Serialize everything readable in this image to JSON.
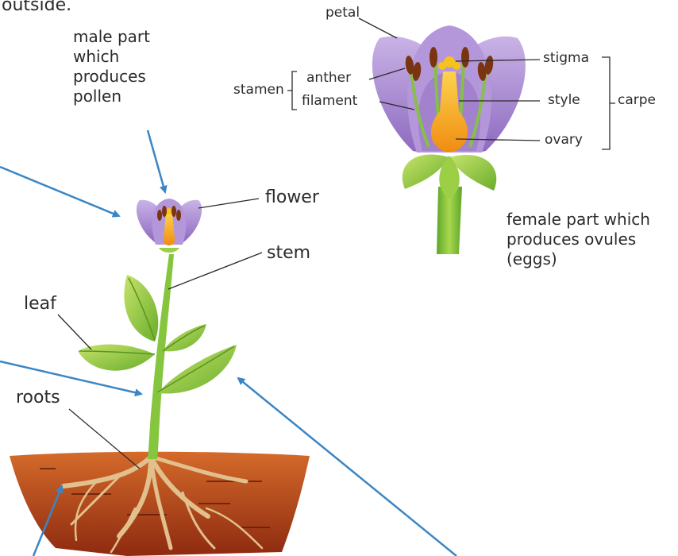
{
  "labels": {
    "outside": "outside.",
    "male_part": "male part which produces pollen",
    "flower": "flower",
    "stem": "stem",
    "leaf": "leaf",
    "roots": "roots",
    "petal": "petal",
    "stamen": "stamen",
    "anther": "anther",
    "filament": "filament",
    "stigma": "stigma",
    "style": "style",
    "ovary": "ovary",
    "carpel": "carpe",
    "female_part": "female part which produces ovules (eggs)"
  },
  "colors": {
    "arrow": "#3a86c4",
    "leader": "#2b2b2b",
    "petal": "#a98bd0",
    "leaf": "#8cc63f",
    "stem": "#7cbf3a",
    "soil": "#b5431a",
    "root": "#e2c08d",
    "style": "#f6a81e",
    "anther": "#7a3412"
  }
}
